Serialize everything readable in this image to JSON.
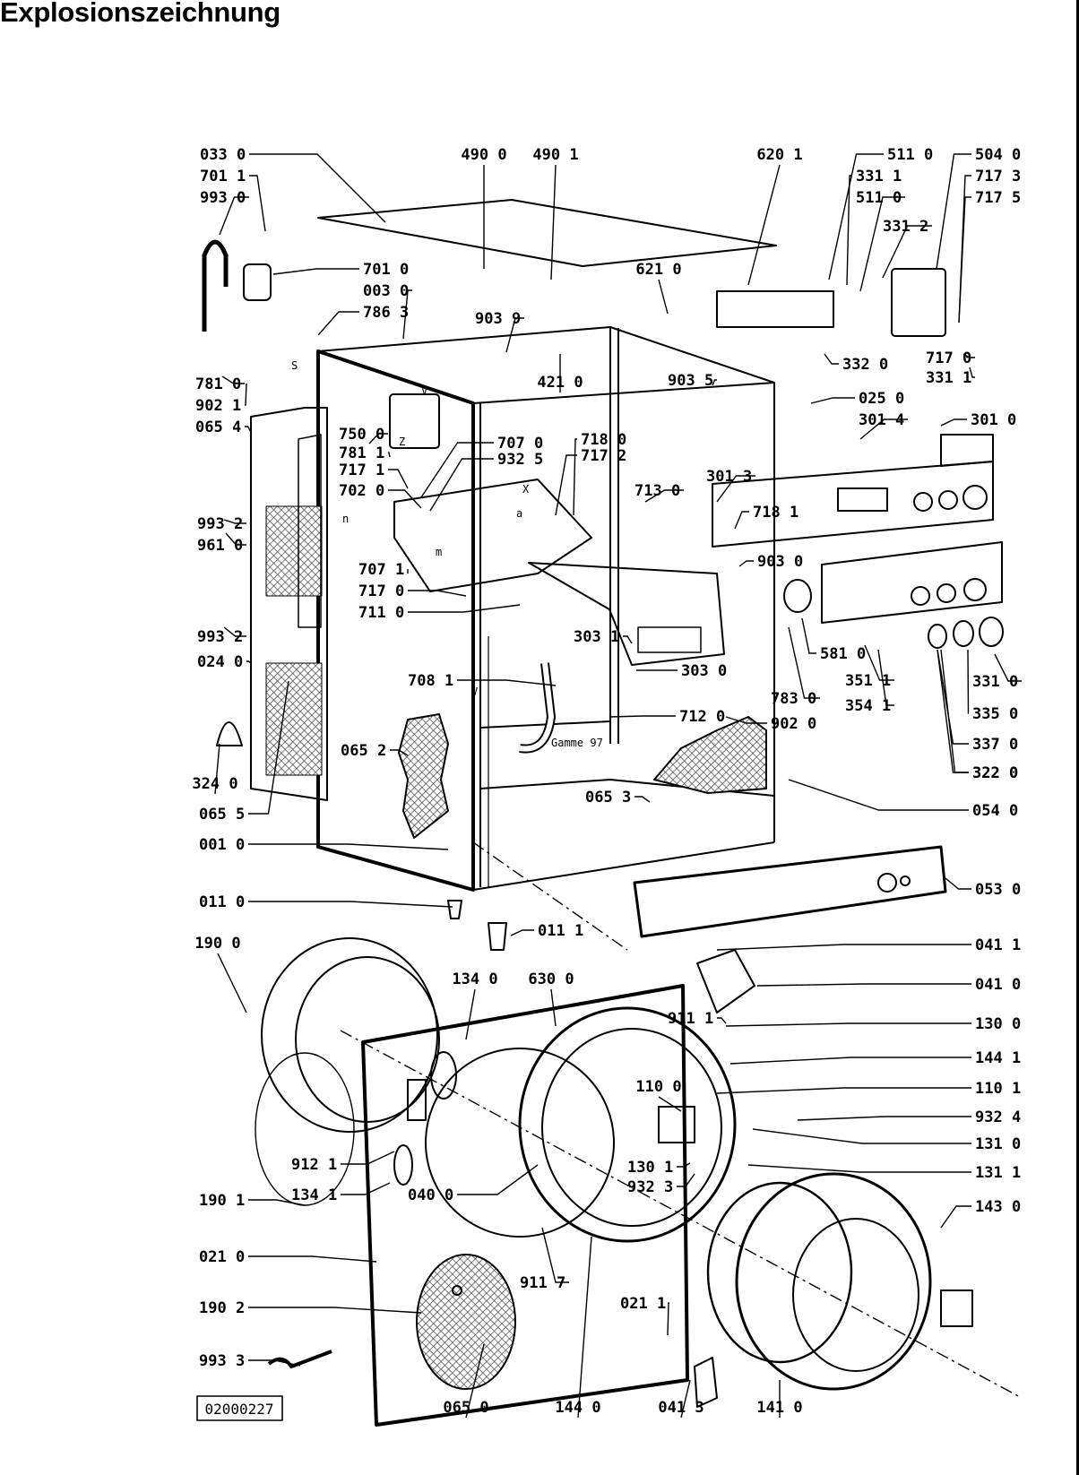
{
  "page": {
    "title": "Explosionszeichnung"
  },
  "drawing": {
    "stamp": "02000227",
    "inline_marks": [
      "V",
      "Z",
      "S",
      "X",
      "n",
      "m",
      "a",
      "V",
      "Gamme 97"
    ],
    "part_labels": [
      "033 0",
      "701 1",
      "993 0",
      "490 0",
      "490 1",
      "620 1",
      "511 0",
      "331 1",
      "511 0",
      "331 2",
      "504 0",
      "717 3",
      "717 5",
      "701 0",
      "003 0",
      "786 3",
      "621 0",
      "903 9",
      "421 0",
      "903 5",
      "332 0",
      "717 0",
      "331 1",
      "781 0",
      "902 1",
      "025 0",
      "301 4",
      "301 0",
      "065 4",
      "750 0",
      "781 1",
      "717 1",
      "707 0",
      "932 5",
      "718 0",
      "717 2",
      "702 0",
      "713 0",
      "301 3",
      "718 1",
      "993 2",
      "961 0",
      "707 1",
      "717 0",
      "711 0",
      "903 0",
      "581 0",
      "993 2",
      "024 0",
      "303 1",
      "351 1",
      "354 1",
      "331 0",
      "335 0",
      "322 0",
      "303 0",
      "708 1",
      "712 0",
      "783 0",
      "902 0",
      "337 0",
      "322 0",
      "065 2",
      "065 3",
      "054 0",
      "324 0",
      "065 5",
      "001 0",
      "053 0",
      "011 0",
      "011 1",
      "041 1",
      "190 0",
      "134 0",
      "630 0",
      "041 0",
      "911 1",
      "130 0",
      "144 1",
      "110 0",
      "110 1",
      "932 4",
      "131 0",
      "912 1",
      "131 1",
      "130 1",
      "932 3",
      "134 1",
      "040 0",
      "190 1",
      "143 0",
      "021 0",
      "911 7",
      "021 1",
      "190 2",
      "993 3",
      "065 0",
      "144 0",
      "041 3",
      "141 0"
    ]
  }
}
